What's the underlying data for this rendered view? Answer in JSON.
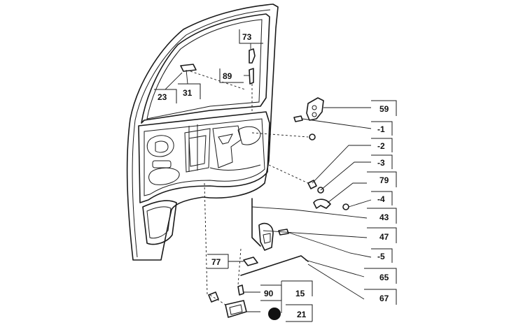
{
  "callouts": [
    {
      "id": "c73",
      "label": "73"
    },
    {
      "id": "c89",
      "label": "89"
    },
    {
      "id": "c23",
      "label": "23"
    },
    {
      "id": "c31",
      "label": "31"
    },
    {
      "id": "c59",
      "label": "59"
    },
    {
      "id": "c1",
      "label": "-1"
    },
    {
      "id": "c2",
      "label": "-2"
    },
    {
      "id": "c3",
      "label": "-3"
    },
    {
      "id": "c79",
      "label": "79"
    },
    {
      "id": "c4",
      "label": "-4"
    },
    {
      "id": "c43",
      "label": "43"
    },
    {
      "id": "c47",
      "label": "47"
    },
    {
      "id": "c5",
      "label": "-5"
    },
    {
      "id": "c65",
      "label": "65"
    },
    {
      "id": "c67",
      "label": "67"
    },
    {
      "id": "c77",
      "label": "77"
    },
    {
      "id": "c90",
      "label": "90"
    },
    {
      "id": "c15",
      "label": "15"
    },
    {
      "id": "c21",
      "label": "21"
    }
  ]
}
